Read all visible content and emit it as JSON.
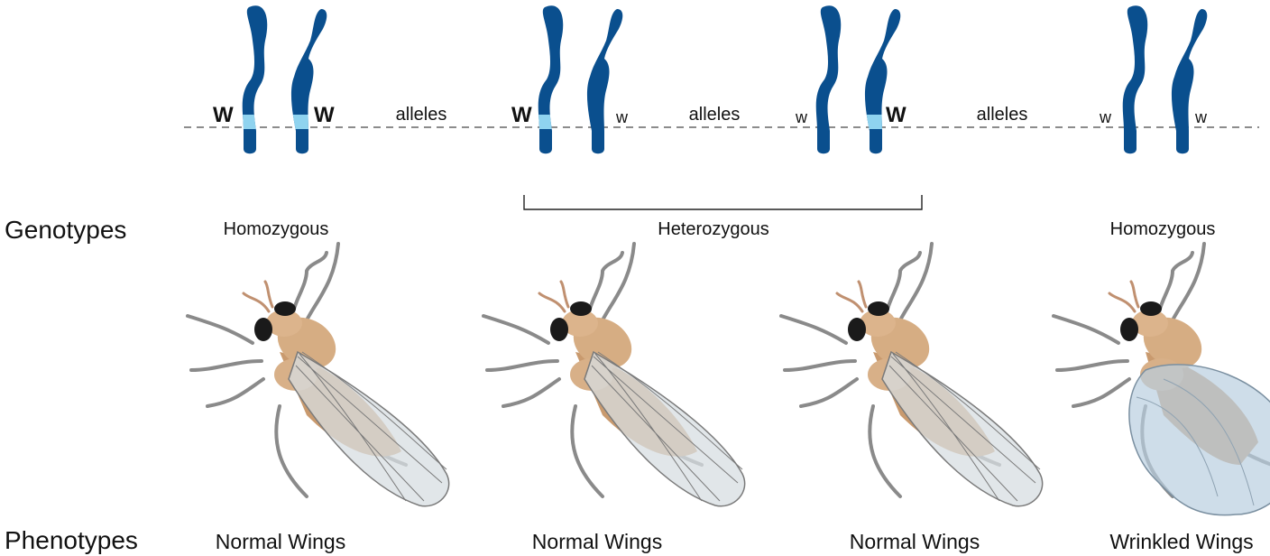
{
  "row_labels": {
    "genotypes": "Genotypes",
    "phenotypes": "Phenotypes"
  },
  "connector_word": "alleles",
  "genotypes": [
    {
      "zygosity": "Homozygous",
      "left_allele": "W",
      "left_dominant": true,
      "right_allele": "W",
      "right_dominant": true,
      "phenotype": "Normal Wings"
    },
    {
      "zygosity": "Heterozygous",
      "left_allele": "W",
      "left_dominant": true,
      "right_allele": "w",
      "right_dominant": false,
      "phenotype": "Normal Wings"
    },
    {
      "zygosity": "Heterozygous",
      "left_allele": "w",
      "left_dominant": false,
      "right_allele": "W",
      "right_dominant": true,
      "phenotype": "Normal Wings"
    },
    {
      "zygosity": "Homozygous",
      "left_allele": "w",
      "left_dominant": false,
      "right_allele": "w",
      "right_dominant": false,
      "phenotype": "Wrinkled Wings"
    }
  ],
  "colors": {
    "chromosome": "#0a4f8e",
    "dominant_band": "#8fd3ef",
    "locus_line": "#666666",
    "fly_body": "#dcb48c",
    "fly_body_shade": "#c99a6e",
    "fly_eye": "#1a1a1a",
    "fly_leg": "#8a8a8a",
    "wing_fill": "#d7dde2",
    "wing_vein": "#7a7a7a",
    "wrinkled_wing": "#b9cfe0"
  },
  "icons": {
    "chromosome": "chromosome-pair-icon",
    "fly": "fruit-fly-icon"
  }
}
